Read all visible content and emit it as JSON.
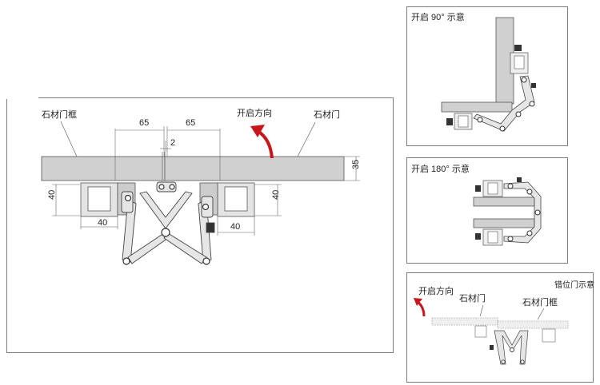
{
  "main": {
    "frame_label": "石材门框",
    "open_dir_label": "开启方向",
    "door_label": "石材门",
    "dim_65_left": "65",
    "dim_65_right": "65",
    "dim_2": "2",
    "dim_35": "35",
    "dim_40_left_v": "40",
    "dim_40_right_v": "40",
    "dim_40_left_h": "40",
    "dim_40_right_h": "40"
  },
  "panel_90": {
    "title": "开启 90°  示意"
  },
  "panel_180": {
    "title": "开启 180°  示意"
  },
  "panel_offset": {
    "title": "错位门示意",
    "open_dir_label": "开启方向",
    "door_label": "石材门",
    "frame_label": "石材门框"
  },
  "colors": {
    "accent_red": "#c8161d",
    "slab": "#cfcfcf",
    "border": "#7d7d7d"
  }
}
